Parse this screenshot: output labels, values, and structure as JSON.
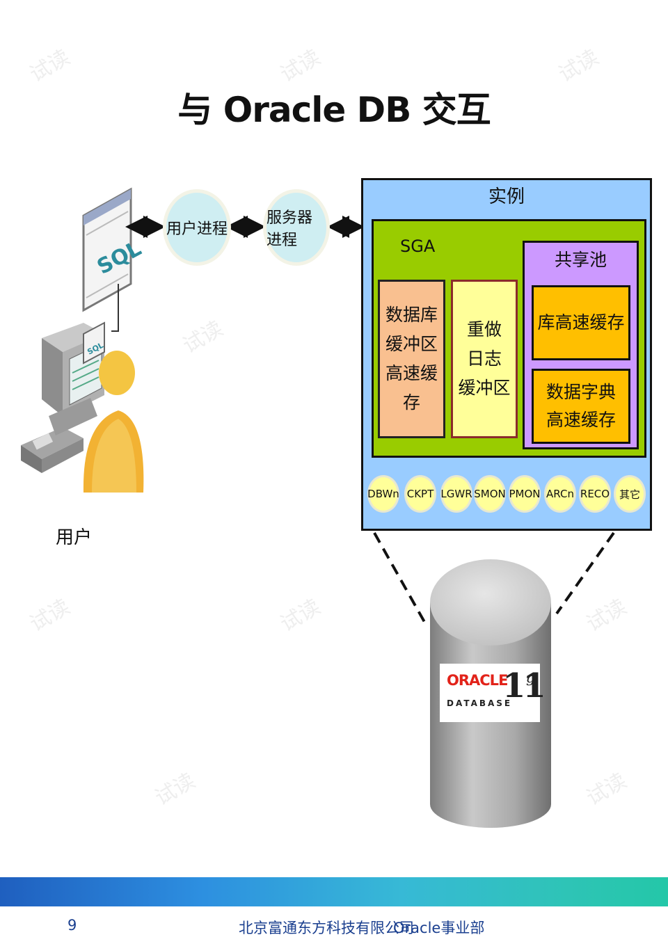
{
  "title": "与 Oracle DB 交互",
  "client": {
    "monitor_text": "SQL",
    "small_monitor_text": "SQL",
    "user_label": "用户"
  },
  "user_process": "用户进程",
  "server_process": "服务器进程",
  "instance": {
    "label": "实例",
    "sga": {
      "label": "SGA",
      "db_buffer_cache": [
        "数据库",
        "缓冲区",
        "高速缓存"
      ],
      "redo_log_buffer": [
        "重做",
        "日志",
        "缓冲区"
      ],
      "shared_pool": {
        "label": "共享池",
        "library_cache": "库高速缓存",
        "data_dictionary_cache": [
          "数据字典",
          "高速缓存"
        ]
      }
    },
    "background_processes": [
      "DBWn",
      "CKPT",
      "LGWR",
      "SMON",
      "PMON",
      "ARCn",
      "RECO",
      "其它"
    ]
  },
  "database": {
    "logo_brand": "ORACLE",
    "logo_product": "DATABASE",
    "logo_version": "11",
    "logo_version_sup": "g"
  },
  "watermark": "试读",
  "footer": {
    "page_number": "9",
    "company": "北京富通东方科技有限公司",
    "department": "Oracle事业部"
  },
  "colors": {
    "instance": "#99ccff",
    "sga": "#99cc00",
    "buffer_cache": "#f9c090",
    "redo_buffer": "#ffff99",
    "shared_pool": "#cc99ff",
    "cache_boxes": "#ffbf00",
    "process_circle": "#cfeef2",
    "background_process": "#ffff99",
    "oracle_red": "#e2231a"
  }
}
